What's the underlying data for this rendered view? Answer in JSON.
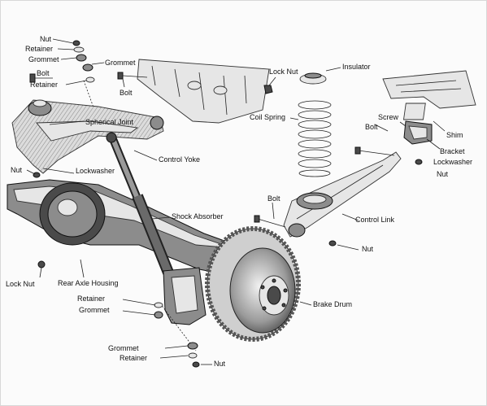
{
  "labels": {
    "nut_top": "Nut",
    "retainer_top": "Retainer",
    "grommet_top_left": "Grommet",
    "grommet_top_right": "Grommet",
    "bolt_top": "Bolt",
    "retainer_upper": "Retainer",
    "bolt_upper": "Bolt",
    "lock_nut_top": "Lock Nut",
    "insulator": "Insulator",
    "spherical_joint": "Spherical Joint",
    "coil_spring": "Coil Spring",
    "screw": "Screw",
    "bolt_mid": "Bolt",
    "shim": "Shim",
    "control_yoke": "Control Yoke",
    "bracket": "Bracket",
    "lockwasher_right": "Lockwasher",
    "nut_right": "Nut",
    "nut_left": "Nut",
    "lockwasher_left": "Lockwasher",
    "bolt_lower": "Bolt",
    "control_link": "Control Link",
    "shock_absorber": "Shock Absorber",
    "nut_lower_right": "Nut",
    "lock_nut_left": "Lock Nut",
    "rear_axle_housing": "Rear Axle Housing",
    "retainer_lower": "Retainer",
    "grommet_lower": "Grommet",
    "brake_drum": "Brake Drum",
    "grommet_bottom": "Grommet",
    "retainer_bottom": "Retainer",
    "nut_bottom": "Nut"
  }
}
